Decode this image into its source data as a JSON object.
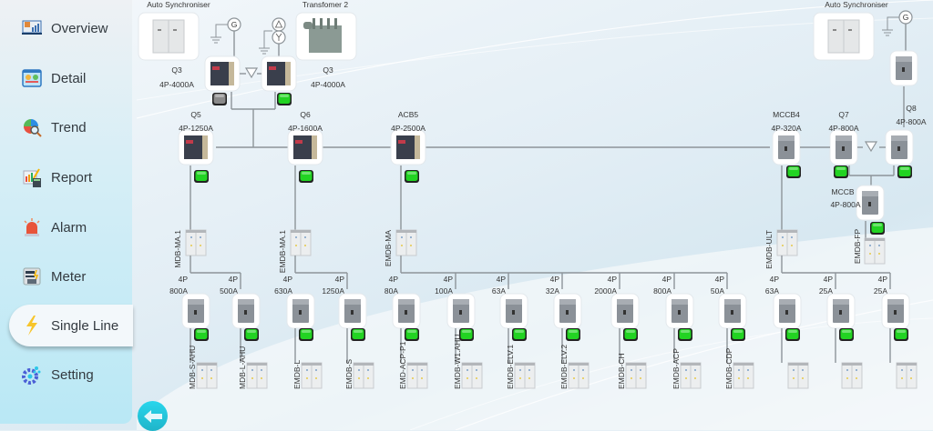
{
  "sidebar": {
    "items": [
      {
        "label": "Overview",
        "icon": "overview-monitor-chart-icon",
        "active": false
      },
      {
        "label": "Detail",
        "icon": "detail-dashboard-icon",
        "active": false
      },
      {
        "label": "Trend",
        "icon": "trend-pie-magnifier-icon",
        "active": false
      },
      {
        "label": "Report",
        "icon": "report-calculator-icon",
        "active": false
      },
      {
        "label": "Alarm",
        "icon": "alarm-siren-icon",
        "active": false
      },
      {
        "label": "Meter",
        "icon": "meter-icon",
        "active": false
      },
      {
        "label": "Single Line",
        "icon": "lightning-bolt-icon",
        "active": true
      },
      {
        "label": "Setting",
        "icon": "settings-gear-icon",
        "active": false
      }
    ]
  },
  "back_button": {
    "icon": "arrow-left-icon"
  },
  "status_colors": {
    "closed": "#22d322",
    "open": "#8a8a8a"
  },
  "sources": [
    {
      "title": "Auto Synchroniser",
      "symbol": "G"
    },
    {
      "title": "Transfomer 2",
      "symbol": "ΔY"
    },
    {
      "title": "Auto Synchroniser",
      "symbol": "G"
    }
  ],
  "incomers": [
    {
      "name": "Q3",
      "rating": "4P-4000A",
      "status": "open"
    },
    {
      "name": "Q3",
      "rating": "4P-4000A",
      "status": "closed"
    },
    {
      "name": "",
      "rating": "",
      "status": "none"
    }
  ],
  "mains": [
    {
      "name": "Q5",
      "rating": "4P-1250A",
      "status": "closed",
      "panel": "MDB-MA.1"
    },
    {
      "name": "Q6",
      "rating": "4P-1600A",
      "status": "closed",
      "panel": "EMDB-MA.1"
    },
    {
      "name": "ACB5",
      "rating": "4P-2500A",
      "status": "closed",
      "panel": "EMDB-MA"
    },
    {
      "name": "MCCB4",
      "rating": "4P-320A",
      "status": "closed",
      "panel": "EMDB-ULT"
    },
    {
      "name": "Q7",
      "rating": "4P-800A",
      "status": "closed"
    },
    {
      "name": "Q8",
      "rating": "4P-800A",
      "status": "closed"
    },
    {
      "name": "MCCB",
      "rating": "4P-800A",
      "status": "closed",
      "panel": "EMDB-FP"
    }
  ],
  "feeders": [
    {
      "poles": "4P",
      "rating": "800A",
      "panel": "MDB-S-AHU",
      "status": "closed"
    },
    {
      "poles": "4P",
      "rating": "500A",
      "panel": "MDB-L-AHU",
      "status": "closed"
    },
    {
      "poles": "4P",
      "rating": "630A",
      "panel": "EMDB-L",
      "status": "closed"
    },
    {
      "poles": "4P",
      "rating": "1250A",
      "panel": "EMDB-S",
      "status": "closed"
    },
    {
      "poles": "4P",
      "rating": "80A",
      "panel": "EMD-ACP-P1",
      "status": "closed"
    },
    {
      "poles": "4P",
      "rating": "100A",
      "panel": "EMDB-W1.AHU",
      "status": "closed"
    },
    {
      "poles": "4P",
      "rating": "63A",
      "panel": "EMDB-ELV.1",
      "status": "closed"
    },
    {
      "poles": "4P",
      "rating": "32A",
      "panel": "EMDB-ELV.2",
      "status": "closed"
    },
    {
      "poles": "4P",
      "rating": "2000A",
      "panel": "EMDB-CH",
      "status": "closed"
    },
    {
      "poles": "4P",
      "rating": "800A",
      "panel": "EMDB-ACP",
      "status": "closed"
    },
    {
      "poles": "4P",
      "rating": "50A",
      "panel": "EMDB-CDP",
      "status": "closed"
    },
    {
      "poles": "4P",
      "rating": "63A",
      "panel": "",
      "status": "closed"
    },
    {
      "poles": "4P",
      "rating": "25A",
      "panel": "",
      "status": "closed"
    },
    {
      "poles": "4P",
      "rating": "25A",
      "panel": "",
      "status": "closed"
    }
  ]
}
